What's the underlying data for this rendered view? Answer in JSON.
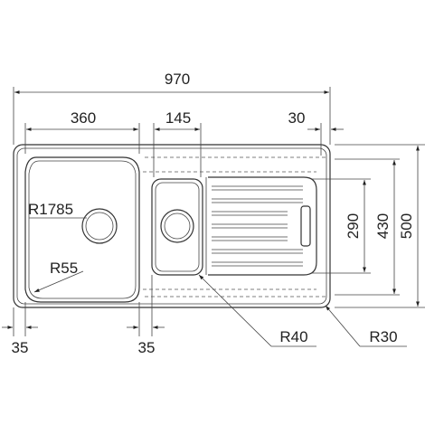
{
  "dimensions": {
    "overall_width": "970",
    "bowl_width": "360",
    "half_bowl_width": "145",
    "right_margin": "30",
    "left_margin": "35",
    "between_bowls": "35",
    "drainer_depth": "290",
    "bowl_depth": "430",
    "overall_depth": "500"
  },
  "radii": {
    "main_bowl_curve": "R1785",
    "main_bowl_corner": "R55",
    "small_bowl_corner": "R40",
    "outer_corner": "R30"
  }
}
